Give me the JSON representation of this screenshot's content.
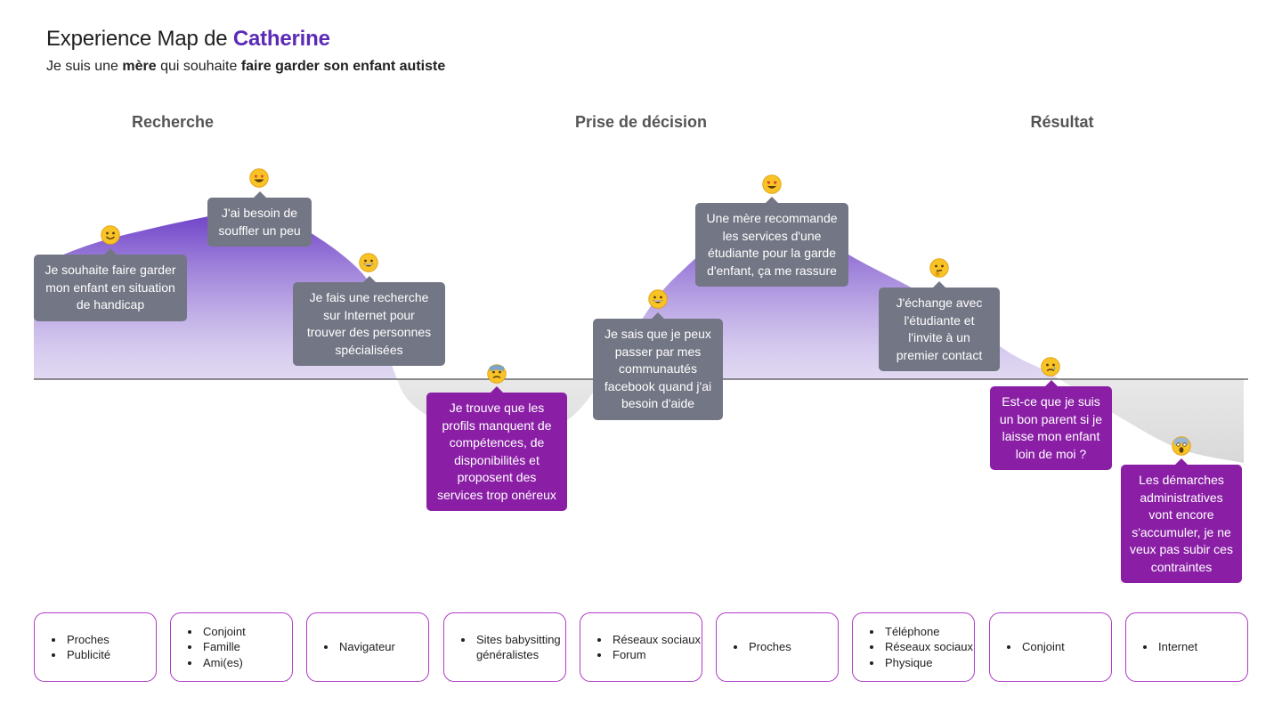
{
  "header": {
    "title_prefix": "Experience Map de ",
    "title_name": "Catherine",
    "subtitle_1": "Je suis une ",
    "subtitle_2": "mère",
    "subtitle_3": " qui souhaite ",
    "subtitle_4": "faire garder son enfant autiste"
  },
  "phases": [
    "Recherche",
    "Prise de décision",
    "Résultat"
  ],
  "colors": {
    "accent": "#5b2bb6",
    "positive_callout": "#737684",
    "negative_callout": "#8a1fa6",
    "channel_border": "#b13cc8",
    "curve_fill": "#7b4fd0"
  },
  "steps": [
    {
      "emoji": "smiling-face-icon",
      "sentiment": "positive",
      "text": "Je souhaite faire garder\nmon enfant en situation\nde handicap"
    },
    {
      "emoji": "star-struck-face-icon",
      "sentiment": "positive",
      "text": "J'ai besoin de\nsouffler un peu"
    },
    {
      "emoji": "grinning-face-icon",
      "sentiment": "positive",
      "text": "Je fais une recherche\nsur Internet pour\ntrouver des personnes\nspécialisées"
    },
    {
      "emoji": "anxious-face-icon",
      "sentiment": "negative",
      "text": "Je trouve que les\nprofils manquent de\ncompétences, de\ndisponibilités et\nproposent des\nservices trop onéreux"
    },
    {
      "emoji": "grinning-face-icon",
      "sentiment": "positive",
      "text": "Je sais que je peux\npasser par mes\ncommunautés\nfacebook quand j'ai\nbesoin d'aide"
    },
    {
      "emoji": "heart-eyes-face-icon",
      "sentiment": "positive",
      "text": "Une mère recommande\nles services d'une\nétudiante pour la garde\nd'enfant, ça me rassure"
    },
    {
      "emoji": "thinking-face-icon",
      "sentiment": "positive",
      "text": "J'échange avec\nl'étudiante et\nl'invite à un\npremier contact"
    },
    {
      "emoji": "crying-face-icon",
      "sentiment": "negative",
      "text": "Est-ce que je suis\nun bon parent si je\nlaisse mon enfant\nloin de moi ?"
    },
    {
      "emoji": "screaming-face-icon",
      "sentiment": "negative",
      "text": "Les démarches\nadministratives\nvont encore\ns'accumuler, je ne\nveux pas subir ces\ncontraintes"
    }
  ],
  "channels": [
    [
      "Proches",
      "Publicité"
    ],
    [
      "Conjoint",
      "Famille",
      "Ami(es)"
    ],
    [
      "Navigateur"
    ],
    [
      "Sites babysitting généralistes"
    ],
    [
      "Réseaux sociaux",
      "Forum"
    ],
    [
      "Proches"
    ],
    [
      "Téléphone",
      "Réseaux sociaux",
      "Physique"
    ],
    [
      "Conjoint"
    ],
    [
      "Internet"
    ]
  ]
}
